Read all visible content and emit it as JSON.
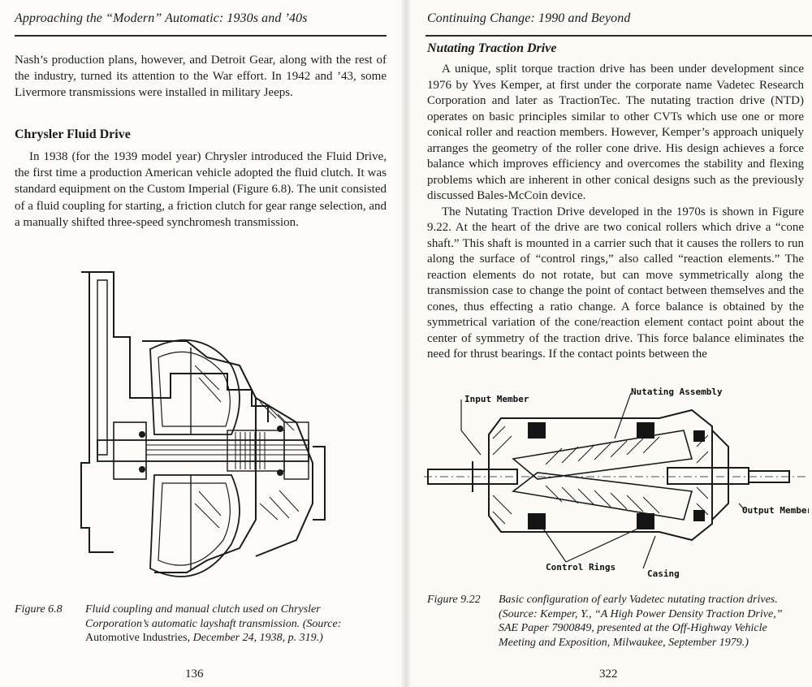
{
  "left_page": {
    "running_head": "Approaching the “Modern” Automatic: 1930s and ’40s",
    "intro_paragraph": "Nash’s production plans, however, and Detroit Gear, along with the rest of the industry, turned its attention to the War effort.  In 1942 and ’43, some Livermore transmissions were installed in military Jeeps.",
    "section_title": "Chrysler Fluid Drive",
    "section_paragraph": "In 1938 (for the 1939 model year) Chrysler introduced the Fluid Drive, the first time a production American vehicle adopted the fluid clutch.  It was standard equipment on the Custom Imperial (Figure 6.8).  The unit consisted of a fluid coupling for starting, a friction clutch for gear range selection, and a manually shifted three-speed synchromesh transmission.",
    "figure_label": "Figure 6.8",
    "caption_main": "Fluid coupling and manual clutch used on Chrysler Corporation’s automatic layshaft transmission.",
    "caption_source_prefix": "(Source:",
    "caption_source_pub": "Automotive Industries,",
    "caption_source_rest": "December 24, 1938, p. 319.)",
    "page_number": "136"
  },
  "right_page": {
    "running_head": "Continuing Change: 1990 and Beyond",
    "section_title": "Nutating Traction Drive",
    "paragraph_1": "A unique, split torque traction drive has been under development since 1976 by Yves Kemper, at first under the corporate name Vadetec Research Corporation and later as TractionTec.  The nutating traction drive (NTD) operates on basic principles similar to other CVTs which use one or more conical roller and reaction members.  However, Kemper’s approach uniquely arranges the geometry of the roller cone drive.  His design achieves a force balance which improves efficiency and overcomes the stability and flexing problems which are inherent in other conical designs such as the previously discussed Bales-McCoin device.",
    "paragraph_2": "The Nutating Traction Drive developed in the 1970s is shown in Figure 9.22.  At the heart of the drive are two conical rollers which drive a “cone shaft.”  This shaft is mounted in a carrier such that it causes the rollers to run along the surface of “control rings,” also called “reaction elements.”  The reaction elements do not rotate, but can move symmetrically along the transmission case to change the point of contact between themselves and the cones, thus effecting a ratio change.  A force balance is obtained by the symmetrical variation of the cone/reaction element contact point about the center of symmetry of the traction drive.  This force balance eliminates the need for thrust bearings.  If the contact points between the",
    "diagram_labels": {
      "input_member": "Input Member",
      "nutating_assembly": "Nutating Assembly",
      "output_member": "Output Member",
      "control_rings": "Control Rings",
      "casing": "Casing"
    },
    "figure_label": "Figure 9.22",
    "caption": "Basic configuration of early Vadetec nutating traction drives. (Source: Kemper, Y., “A High Power Density Traction Drive,” SAE Paper 7900849, presented at the Off-Highway Vehicle Meeting and Exposition, Milwaukee, September 1979.)",
    "page_number": "322"
  },
  "colors": {
    "paper": "#fbfaf6",
    "ink": "#1b1b1b"
  }
}
